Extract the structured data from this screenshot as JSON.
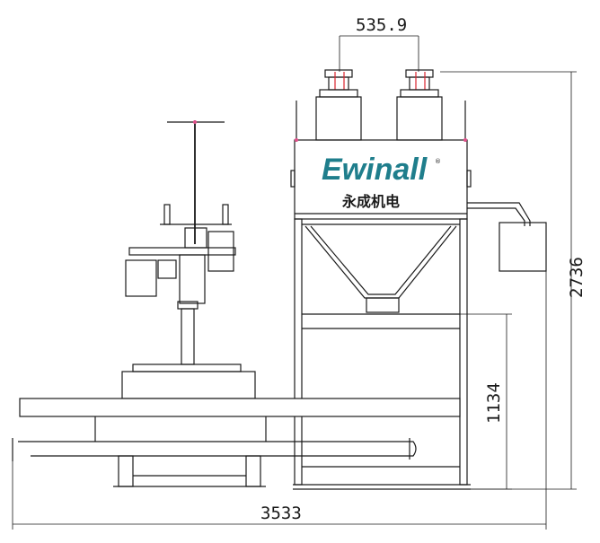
{
  "diagram": {
    "dimensions": {
      "outlet_spacing": "535.9",
      "total_height": "2736",
      "platform_height": "1134",
      "total_length": "3533"
    },
    "logo": {
      "name": "Ewinall",
      "subtitle": "永成机电",
      "registered_mark": "®",
      "colors": {
        "primary": "#1f7e8c",
        "accent": "#d9232d"
      }
    }
  }
}
